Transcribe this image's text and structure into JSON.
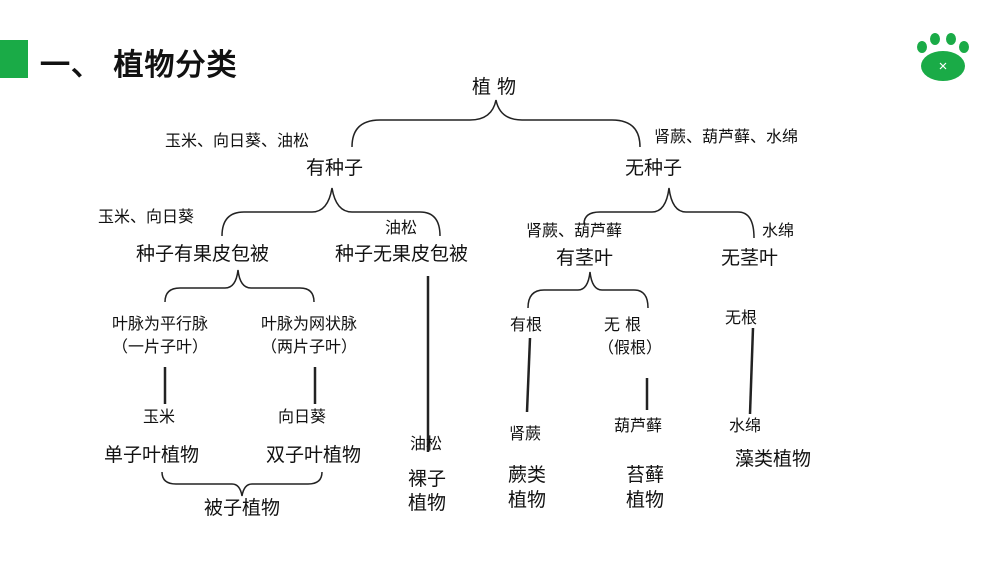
{
  "header": {
    "title": "一、 植物分类",
    "accent_color": "#1aab47",
    "logo_icon": "paw-icon"
  },
  "tree": {
    "root": "植 物",
    "seed": {
      "label": "有种子",
      "examples": "玉米、向日葵、油松"
    },
    "noseed": {
      "label": "无种子",
      "examples": "肾蕨、葫芦藓、水绵"
    },
    "fruit_coat": {
      "label": "种子有果皮包被",
      "examples": "玉米、向日葵"
    },
    "no_fruit_coat": {
      "label": "种子无果皮包被",
      "examples": "油松"
    },
    "stem_leaf": {
      "label": "有茎叶",
      "examples": "肾蕨、葫芦藓"
    },
    "no_stem_leaf": {
      "label": "无茎叶",
      "examples": "水绵"
    },
    "parallel": {
      "line1": "叶脉为平行脉",
      "line2": "（一片子叶）",
      "example": "玉米",
      "group": "单子叶植物"
    },
    "netted": {
      "line1": "叶脉为网状脉",
      "line2": "（两片子叶）",
      "example": "向日葵",
      "group": "双子叶植物"
    },
    "angiosperm": "被子植物",
    "gymno": {
      "example": "油松",
      "line1": "裸子",
      "line2": "植物"
    },
    "has_root": {
      "label": "有根",
      "example": "肾蕨",
      "line1": "蕨类",
      "line2": "植物"
    },
    "no_root": {
      "line1": "无    根",
      "line2": "（假根）",
      "example": "葫芦藓",
      "group1": "苔藓",
      "group2": "植物"
    },
    "rootless": {
      "label": "无根",
      "example": "水绵",
      "group": "藻类植物"
    }
  }
}
